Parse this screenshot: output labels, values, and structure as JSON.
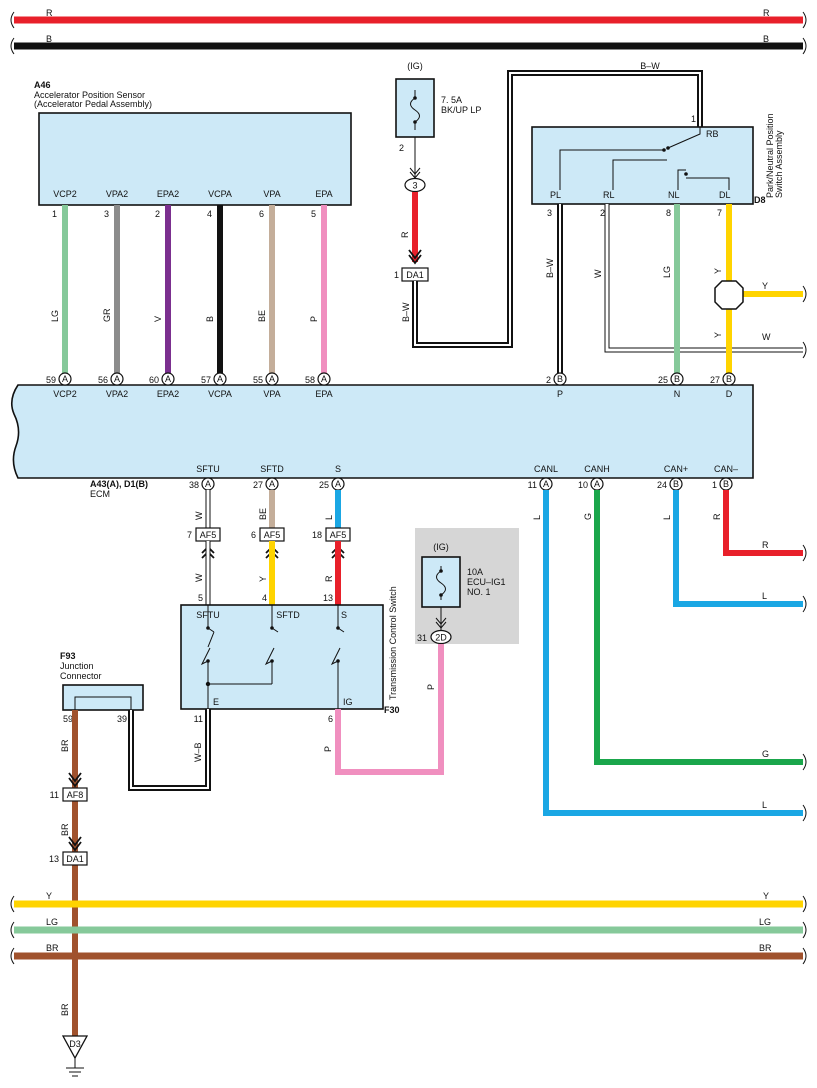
{
  "colors": {
    "R": "#e8202a",
    "B": "#111111",
    "Y": "#ffd400",
    "LG": "#86c99a",
    "BR": "#a0522d",
    "GR": "#8c8c8c",
    "V": "#7b2f8f",
    "BE": "#c4ae9a",
    "P": "#f08fbf",
    "L": "#1aa7e4",
    "G": "#1aa64b",
    "W": "#ffffff",
    "panel": "#cde9f7",
    "fuse_box": "#d6d6d6"
  },
  "bus": {
    "top_R": "R",
    "top_B": "B",
    "bottom_Y": "Y",
    "bottom_LG": "LG",
    "bottom_BR": "BR"
  },
  "a46": {
    "id": "A46",
    "name_line1": "Accelerator Position Sensor",
    "name_line2": "(Accelerator Pedal Assembly)",
    "pins": [
      {
        "label": "VCP2",
        "num": "1",
        "wire": "LG",
        "ecm_num": "59",
        "conn": "A",
        "ecm_label": "VCP2"
      },
      {
        "label": "VPA2",
        "num": "3",
        "wire": "GR",
        "ecm_num": "56",
        "conn": "A",
        "ecm_label": "VPA2"
      },
      {
        "label": "EPA2",
        "num": "2",
        "wire": "V",
        "ecm_num": "60",
        "conn": "A",
        "ecm_label": "EPA2"
      },
      {
        "label": "VCPA",
        "num": "4",
        "wire": "B",
        "ecm_num": "57",
        "conn": "A",
        "ecm_label": "VCPA"
      },
      {
        "label": "VPA",
        "num": "6",
        "wire": "BE",
        "ecm_num": "55",
        "conn": "A",
        "ecm_label": "VPA"
      },
      {
        "label": "EPA",
        "num": "5",
        "wire": "P",
        "ecm_num": "58",
        "conn": "A",
        "ecm_label": "EPA"
      }
    ]
  },
  "fuse_bkup": {
    "ig": "(IG)",
    "rating": "7. 5A",
    "name": "BK/UP LP",
    "pin": "2",
    "splice": "3",
    "wire1": "R",
    "conn_num": "1",
    "conn": "DA1",
    "wire2": "B–W"
  },
  "d8": {
    "id": "D8",
    "name_line1": "Park/Neutral Position",
    "name_line2": "Switch Assembly",
    "rb_pin": "1",
    "rb_label": "RB",
    "rb_wire": "B–W",
    "pins": [
      {
        "label": "PL",
        "num": "3",
        "wire": "B–W",
        "ecm_num": "2",
        "conn": "B",
        "ecm_label": "P"
      },
      {
        "label": "RL",
        "num": "2",
        "wire": "W"
      },
      {
        "label": "NL",
        "num": "8",
        "wire": "LG",
        "ecm_num": "25",
        "conn": "B",
        "ecm_label": "N"
      },
      {
        "label": "DL",
        "num": "7",
        "wire": "Y",
        "ecm_num": "27",
        "conn": "B",
        "ecm_label": "D"
      }
    ],
    "y_branch": "Y",
    "y_lower": "Y",
    "w_right": "W"
  },
  "ecm": {
    "id": "A43(A), D1(B)",
    "name": "ECM",
    "bottom_pins": [
      {
        "label": "SFTU",
        "num": "38",
        "conn": "A",
        "wire": "W"
      },
      {
        "label": "SFTD",
        "num": "27",
        "conn": "A",
        "wire": "BE"
      },
      {
        "label": "S",
        "num": "25",
        "conn": "A",
        "wire": "L"
      },
      {
        "label": "CANL",
        "num": "11",
        "conn": "A",
        "wire": "L",
        "right": "L"
      },
      {
        "label": "CANH",
        "num": "10",
        "conn": "A",
        "wire": "G",
        "right": "G"
      },
      {
        "label": "CAN+",
        "num": "24",
        "conn": "B",
        "wire": "L",
        "right": "L"
      },
      {
        "label": "CAN–",
        "num": "1",
        "conn": "B",
        "wire": "R",
        "right": "R"
      }
    ]
  },
  "af5": [
    {
      "num": "7",
      "conn": "AF5",
      "wire_below": "W",
      "sw_pin": "5"
    },
    {
      "num": "6",
      "conn": "AF5",
      "wire_below": "Y",
      "sw_pin": "4"
    },
    {
      "num": "18",
      "conn": "AF5",
      "wire_below": "R",
      "sw_pin": "13"
    }
  ],
  "f30": {
    "id": "F30",
    "name": "Transmission Control Switch",
    "labels": [
      "SFTU",
      "SFTD",
      "S"
    ],
    "e_label": "E",
    "e_pin": "11",
    "e_wire": "W–B",
    "ig_label": "IG",
    "ig_pin": "6",
    "ig_wire": "P"
  },
  "fuse_ecu": {
    "ig": "(IG)",
    "rating": "10A",
    "name1": "ECU–IG1",
    "name2": "NO. 1",
    "pin": "31",
    "conn": "2D",
    "wire": "P"
  },
  "f93": {
    "id": "F93",
    "name1": "Junction",
    "name2": "Connector",
    "pin_left": "59",
    "pin_right": "39",
    "wire": "BR",
    "af8_num": "11",
    "af8": "AF8",
    "wire2": "BR",
    "da1_num": "13",
    "da1": "DA1",
    "wire3": "BR",
    "ground": "D3"
  }
}
